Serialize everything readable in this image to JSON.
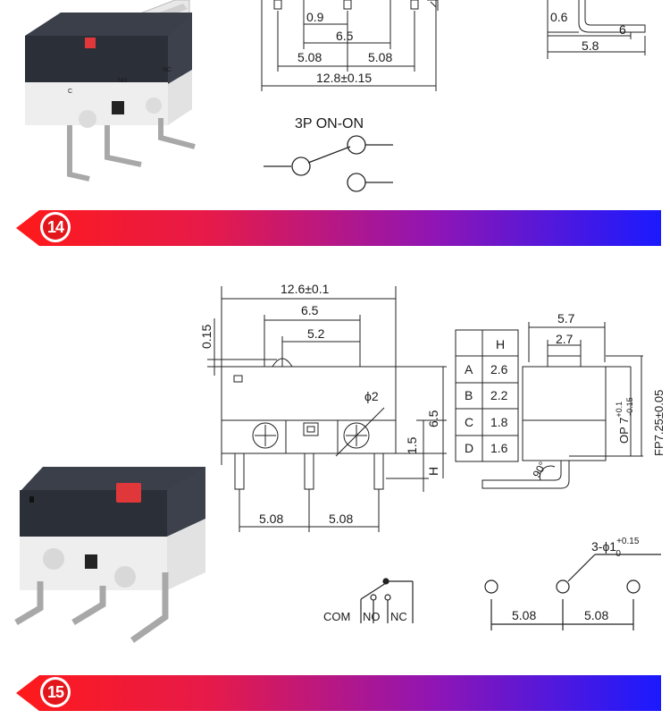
{
  "section_14": {
    "badge": "14",
    "dims": {
      "d09": "0.9",
      "d65": "6.5",
      "d508a": "5.08",
      "d508b": "5.08",
      "d128": "12.8±0.15",
      "d06": "0.6",
      "d6": "6",
      "d58": "5.8"
    },
    "schematic_title": "3P  ON-ON",
    "photo_labels": {
      "c": "C",
      "no": "NO",
      "nc": "NC"
    }
  },
  "section_15": {
    "badge": "15",
    "dims": {
      "d126": "12.6±0.1",
      "d65": "6.5",
      "d52": "5.2",
      "d015": "0.15",
      "phi2": "ϕ2",
      "d65v": "6.5",
      "d15v": "1.5",
      "h": "H",
      "d508a": "5.08",
      "d508b": "5.08",
      "d57": "5.7",
      "d27": "2.7",
      "op_main": "OP 7",
      "op_sup": "+0.1",
      "op_sub": "-0.15",
      "fp": "FP7.25±0.05",
      "angle": "90°",
      "holes_main": "3-ϕ1",
      "holes_sup": "+0.15",
      "holes_sub": "0",
      "hole_508a": "5.08",
      "hole_508b": "5.08"
    },
    "h_table": {
      "header": "H",
      "rows": [
        {
          "label": "A",
          "value": "2.6"
        },
        {
          "label": "B",
          "value": "2.2"
        },
        {
          "label": "C",
          "value": "1.8"
        },
        {
          "label": "D",
          "value": "1.6"
        }
      ]
    },
    "schematic_labels": {
      "com": "COM",
      "no": "NO",
      "nc": "NC"
    }
  },
  "colors": {
    "banner_start": "#ff1a1a",
    "banner_end": "#1a1aff",
    "badge_red": "#e3161c",
    "switch_body": "#2b2f38",
    "switch_base": "#eeeeee",
    "actuator_red": "#e0383a"
  }
}
